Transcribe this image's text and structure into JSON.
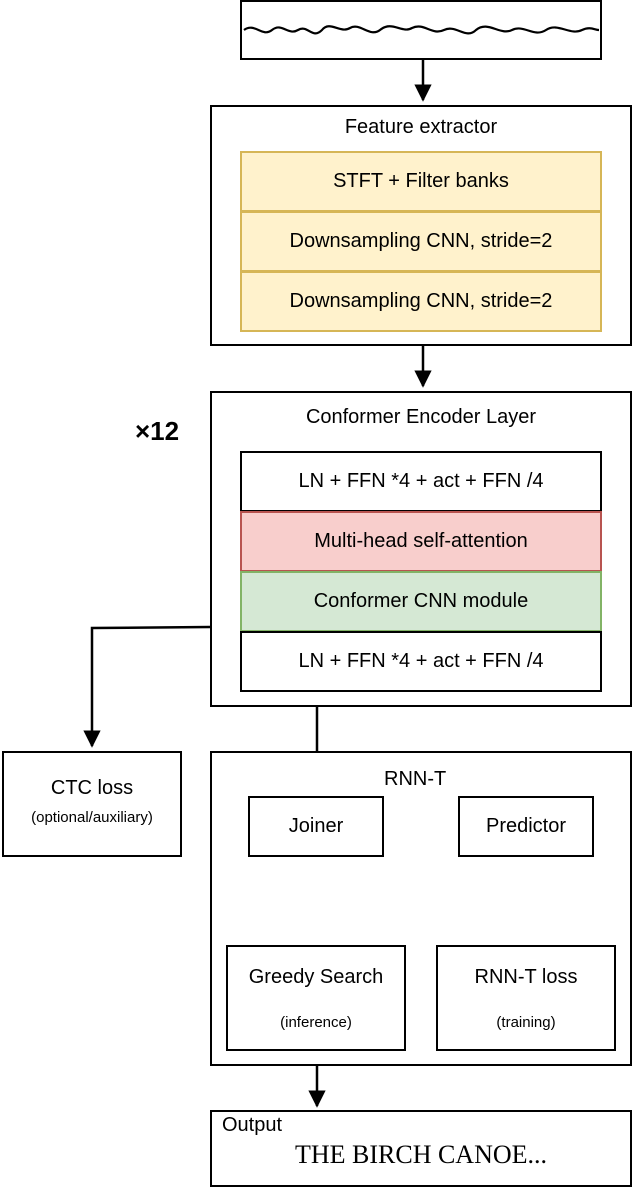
{
  "feature_extractor": {
    "title": "Feature extractor",
    "stages": [
      "STFT + Filter banks",
      "Downsampling CNN, stride=2",
      "Downsampling CNN, stride=2"
    ]
  },
  "encoder": {
    "title": "Conformer Encoder Layer",
    "repeat": "×12",
    "stages": [
      "LN + FFN *4 + act + FFN /4",
      "Multi-head self-attention",
      "Conformer CNN module",
      "LN + FFN *4 + act + FFN /4"
    ]
  },
  "ctc": {
    "title": "CTC loss",
    "note": "(optional/auxiliary)"
  },
  "rnnt": {
    "title": "RNN-T",
    "joiner": "Joiner",
    "predictor": "Predictor",
    "greedy": {
      "title": "Greedy Search",
      "note": "(inference)"
    },
    "loss": {
      "title": "RNN-T loss",
      "note": "(training)"
    }
  },
  "output": {
    "label": "Output",
    "text": "THE BIRCH CANOE..."
  },
  "colors": {
    "yellow_fill": "#fff2cc",
    "yellow_border": "#d6b656",
    "red_fill": "#f8cecc",
    "red_border": "#b85450",
    "green_fill": "#d5e8d4",
    "green_border": "#82b366"
  }
}
